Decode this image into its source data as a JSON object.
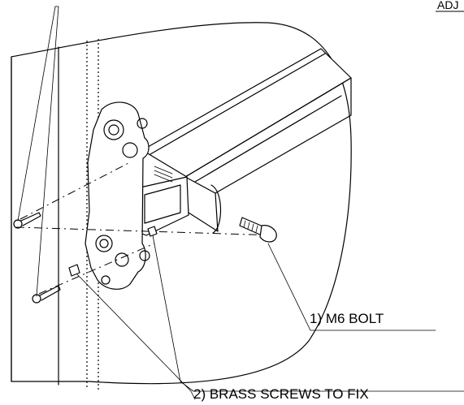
{
  "labels": {
    "corner_partial": "ADJ",
    "callout_1": "1) M6 BOLT",
    "callout_2": "2) BRASS SCREWS TO FIX"
  }
}
